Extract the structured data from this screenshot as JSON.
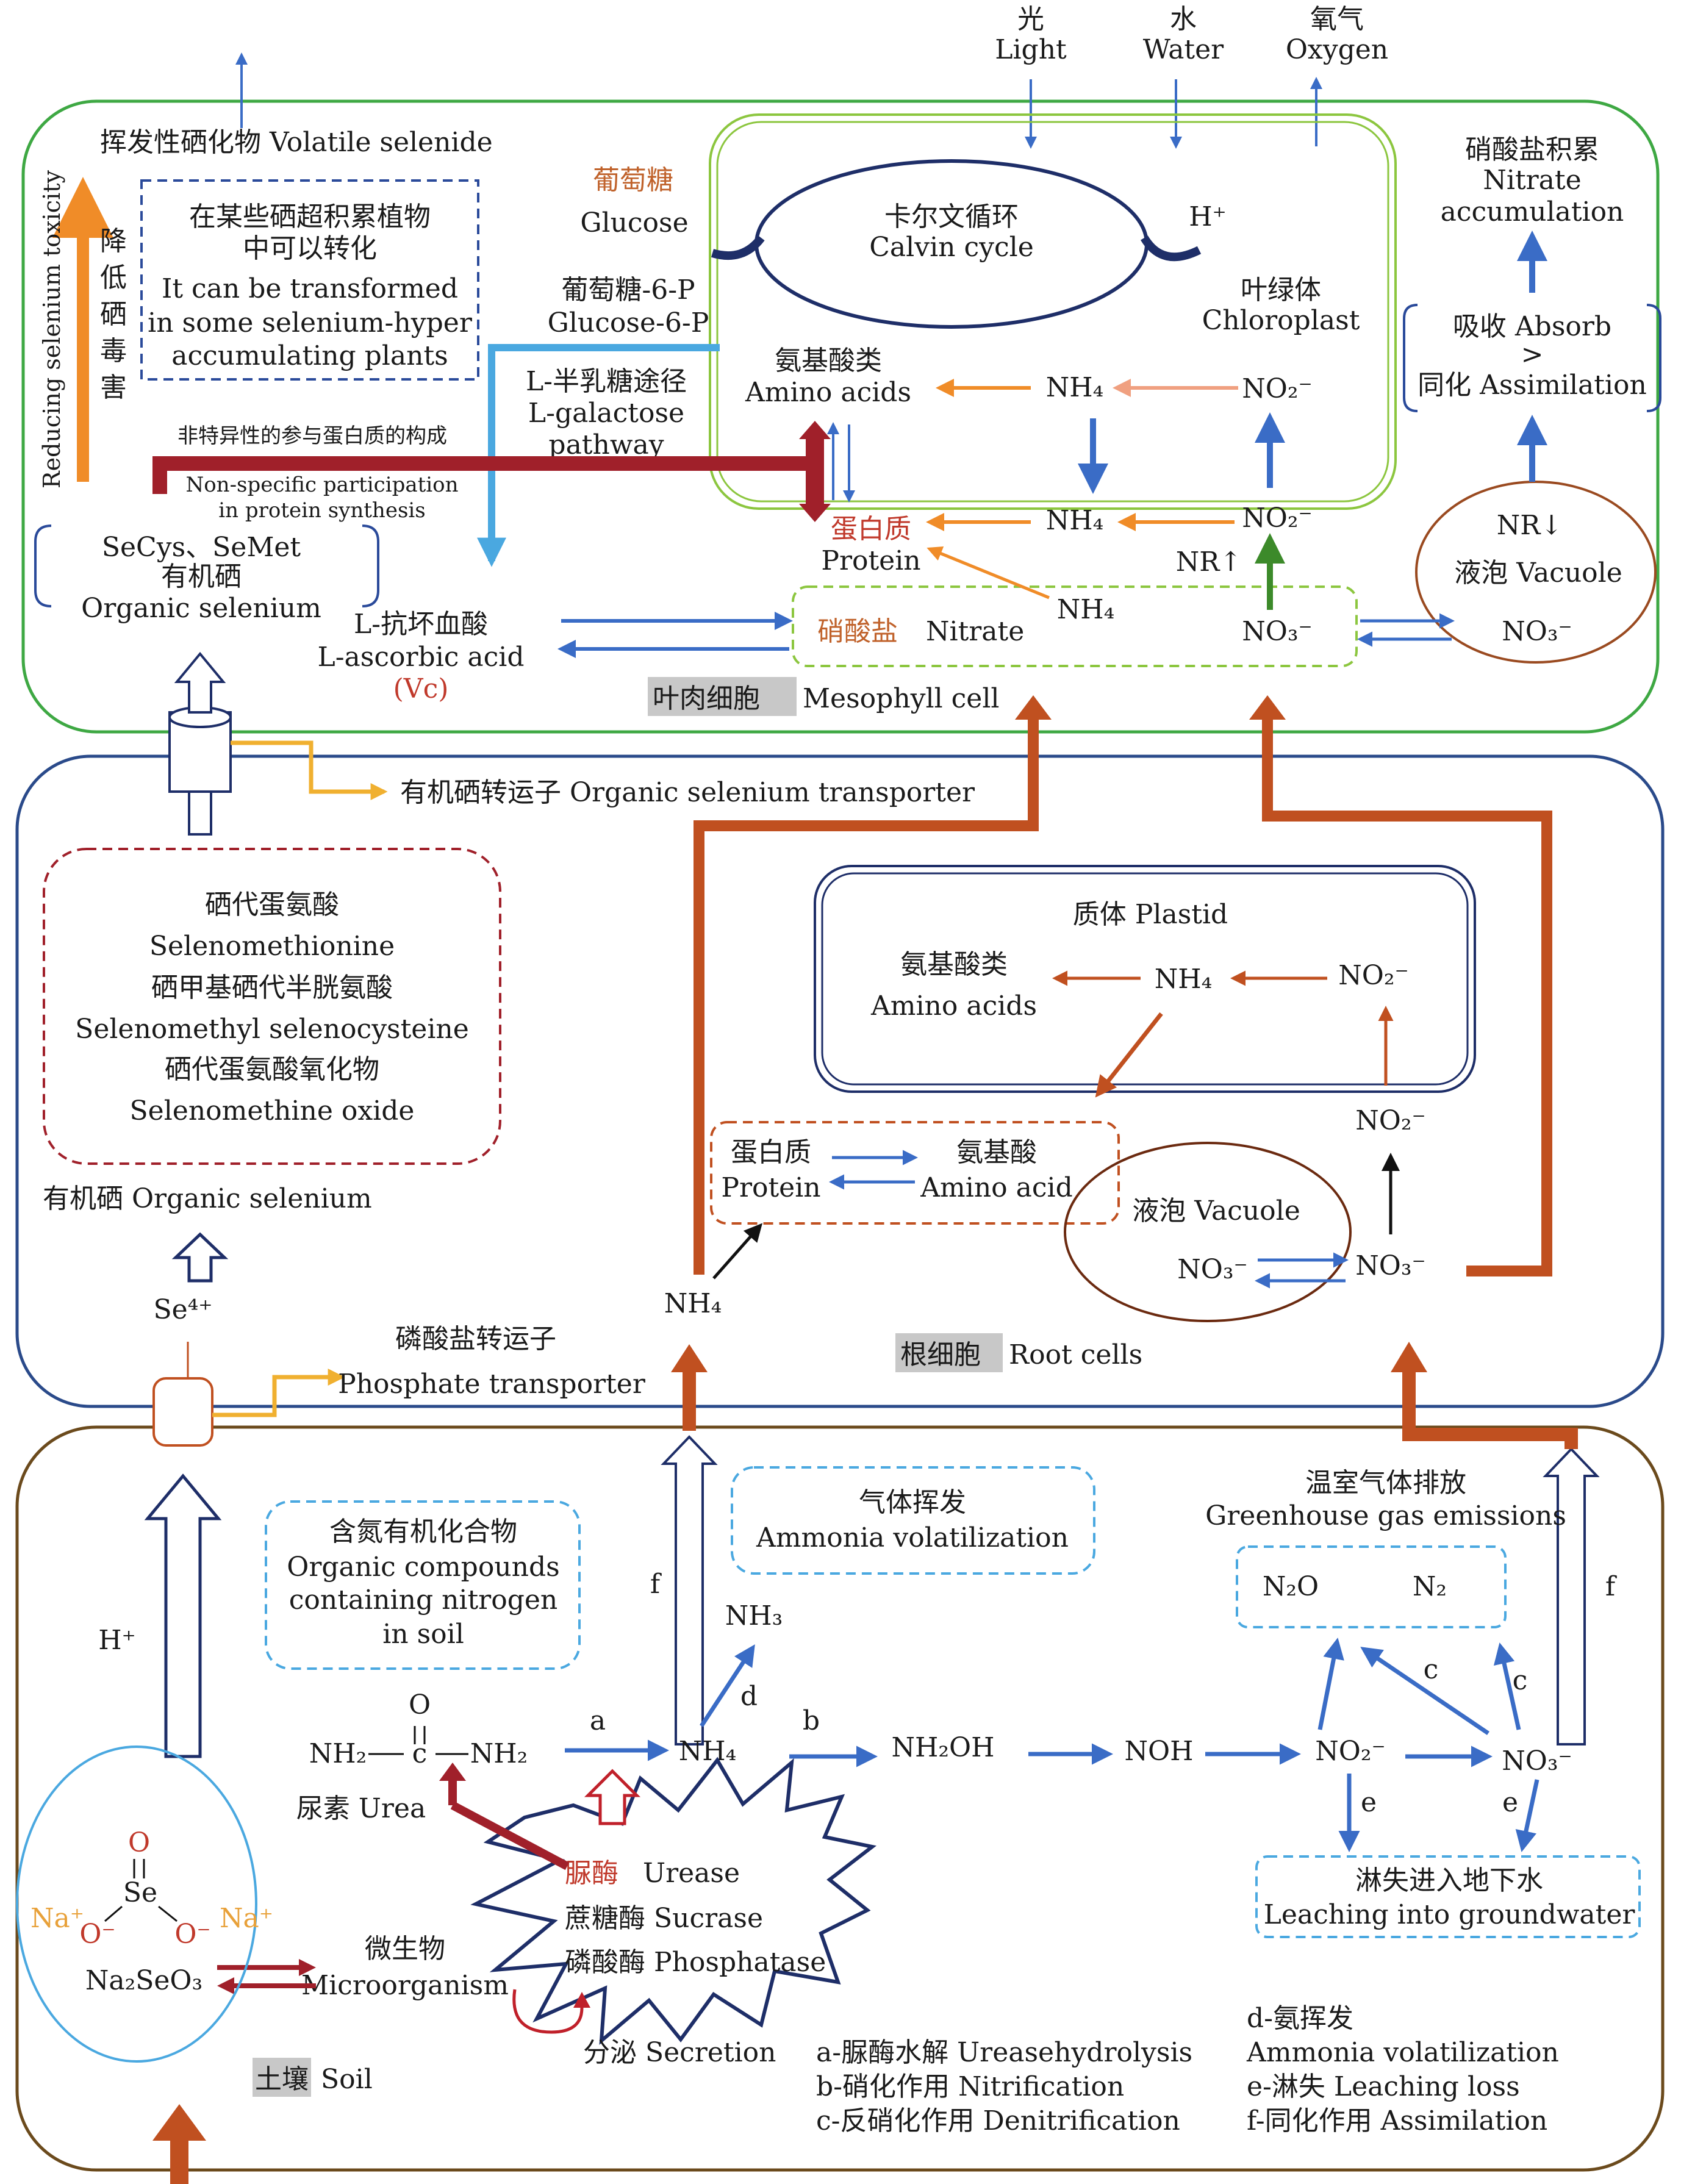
{
  "colors": {
    "leaf_box": "#3ea843",
    "root_box": "#2a4a8a",
    "soil_box": "#6b4a1c",
    "chloroplast": "#8cc63f",
    "blue_arrow": "#3a6cc6",
    "orange_arrow": "#f08c28",
    "brown_arrow": "#c05020",
    "dark_red": "#a0202a",
    "green_arrow": "#3c8a2a",
    "yellow_arrow": "#f0b030",
    "light_blue": "#4aa8e0",
    "red_text": "#c0392b"
  },
  "top_inputs": {
    "light_zh": "光",
    "light_en": "Light",
    "water_zh": "水",
    "water_en": "Water",
    "oxygen_zh": "氧气",
    "oxygen_en": "Oxygen"
  },
  "leaf": {
    "volatile": "挥发性硒化物  Volatile selenide",
    "toxicity_zh": "降低硒毒害",
    "toxicity_en": "Reducing selenium toxicity",
    "hyper_zh_1": "在某些硒超积累植物",
    "hyper_zh_2": "中可以转化",
    "hyper_en_1": "It can be transformed",
    "hyper_en_2": "in some selenium-hyper",
    "hyper_en_3": "accumulating plants",
    "glucose_zh": "葡萄糖",
    "glucose_en": "Glucose",
    "g6p_zh": "葡萄糖-6-P",
    "g6p_en": "Glucose-6-P",
    "lgal_zh": "L-半乳糖途径",
    "lgal_en_1": "L-galactose",
    "lgal_en_2": "pathway",
    "nonspec_zh": "非特异性的参与蛋白质的构成",
    "nonspec_en_1": "Non-specific participation",
    "nonspec_en_2": "in protein synthesis",
    "secys": "SeCys、SeMet",
    "organic_zh": "有机硒",
    "organic_en": "Organic selenium",
    "ascorbic_zh": "L-抗坏血酸",
    "ascorbic_en": "L-ascorbic acid",
    "vc": "(Vc)",
    "calvin_zh": "卡尔文循环",
    "calvin_en": "Calvin cycle",
    "h_plus": "H⁺",
    "chloroplast_zh": "叶绿体",
    "chloroplast_en": "Chloroplast",
    "amino_zh": "氨基酸类",
    "amino_en": "Amino acids",
    "nh4": "NH₄",
    "no2": "NO₂⁻",
    "no3": "NO₃⁻",
    "protein_zh": "蛋白质",
    "protein_en": "Protein",
    "nr_up": "NR↑",
    "nr_down": "NR↓",
    "nitrate_zh": "硝酸盐",
    "nitrate_en": "Nitrate",
    "vacuole": "液泡 Vacuole",
    "accum_zh": "硝酸盐积累",
    "accum_en_1": "Nitrate",
    "accum_en_2": "accumulation",
    "absorb": "吸收 Absorb",
    "gt": ">",
    "assim": "同化 Assimilation",
    "cell_zh": "叶肉细胞",
    "cell_en": "Mesophyll cell"
  },
  "root": {
    "organic_transporter": "有机硒转运子 Organic selenium transporter",
    "semet_zh": "硒代蛋氨酸",
    "semet_en": "Selenomethionine",
    "smsc_zh": "硒甲基硒代半胱氨酸",
    "smsc_en": "Selenomethyl selenocysteine",
    "oxide_zh": "硒代蛋氨酸氧化物",
    "oxide_en": "Selenomethine oxide",
    "organic": "有机硒 Organic selenium",
    "se4": "Se⁴⁺",
    "phos_zh": "磷酸盐转运子",
    "phos_en": "Phosphate transporter",
    "plastid": "质体  Plastid",
    "amino_zh": "氨基酸类",
    "amino_en": "Amino acids",
    "nh4": "NH₄",
    "no2": "NO₂⁻",
    "no3": "NO₃⁻",
    "protein_zh": "蛋白质",
    "protein_en": "Protein",
    "aa_zh": "氨基酸",
    "aa_en": "Amino acid",
    "vacuole": "液泡  Vacuole",
    "cell_zh": "根细胞",
    "cell_en": "Root cells"
  },
  "soil": {
    "h_plus": "H⁺",
    "n_org_zh": "含氮有机化合物",
    "n_org_en_1": "Organic compounds",
    "n_org_en_2": "containing nitrogen",
    "n_org_en_3": "in soil",
    "gas_zh": "气体挥发",
    "gas_en": "Ammonia volatilization",
    "ghg_zh": "温室气体排放",
    "ghg_en": "Greenhouse gas emissions",
    "n2o": "N₂O",
    "n2": "N₂",
    "o": "O",
    "c": "c",
    "nh2": "NH₂",
    "nh2b": "NH₂",
    "urea_zh": "尿素",
    "urea_en": "Urea",
    "nh4": "NH₄",
    "nh3": "NH₃",
    "nh2oh": "NH₂OH",
    "noh": "NOH",
    "no2": "NO₂⁻",
    "no3": "NO₃⁻",
    "a": "a",
    "b": "b",
    "d": "d",
    "e": "e",
    "f": "f",
    "leach_zh": "淋失进入地下水",
    "leach_en": "Leaching into groundwater",
    "urease_zh": "脲酶",
    "urease_en": "Urease",
    "sucrase": "蔗糖酶 Sucrase",
    "phosphatase": "磷酸酶 Phosphatase",
    "micro_zh": "微生物",
    "micro_en": "Microorganism",
    "secretion": "分泌 Secretion",
    "na": "Na⁺",
    "o_minus": "O⁻",
    "se": "Se",
    "formula": "Na₂SeO₃",
    "label_zh": "土壤",
    "label_en": "Soil"
  },
  "legend": {
    "a": "a-脲酶水解 Ureasehydrolysis",
    "b": "b-硝化作用 Nitrification",
    "c": "c-反硝化作用 Denitrification",
    "d_zh": "d-氨挥发",
    "d_en": "Ammonia volatilization",
    "e": "e-淋失 Leaching loss",
    "f": "f-同化作用 Assimilation"
  }
}
